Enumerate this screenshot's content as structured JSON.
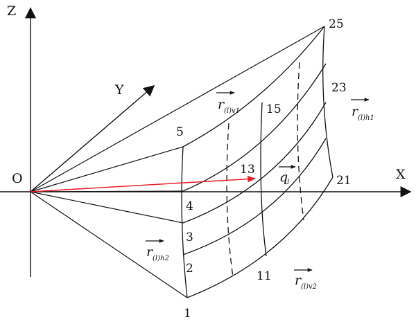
{
  "axes": {
    "origin": "O",
    "x": "X",
    "y": "Y",
    "z": "Z"
  },
  "points": {
    "p1": "1",
    "p2": "2",
    "p3": "3",
    "p4": "4",
    "p5": "5",
    "p11": "11",
    "p13": "13",
    "p15": "15",
    "p21": "21",
    "p23": "23",
    "p25": "25"
  },
  "vectors": {
    "rv1": {
      "base": "r",
      "sub": "(l)v1"
    },
    "rh1": {
      "base": "r",
      "sub": "(l)h1"
    },
    "rh2": {
      "base": "r",
      "sub": "(l)h2"
    },
    "rv2": {
      "base": "r",
      "sub": "(l)v2"
    },
    "ql": {
      "base": "q",
      "sub": "l"
    }
  },
  "colors": {
    "ink": "#111111",
    "position_vector": "#e8202a"
  }
}
